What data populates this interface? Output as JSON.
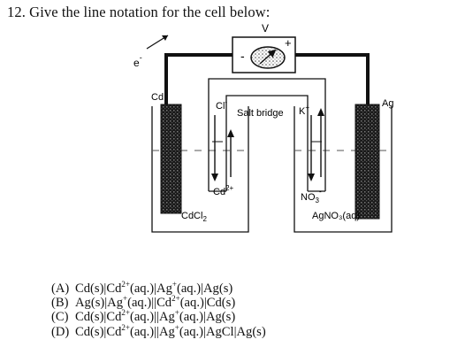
{
  "question": {
    "number": "12.",
    "text": "Give the line notation for the cell below:"
  },
  "diagram": {
    "voltmeter_label": "V",
    "minus_sign": "-",
    "plus_sign": "+",
    "electron_label": "e",
    "electron_sup": "-",
    "left_electrode": "Cd",
    "right_electrode": "Ag",
    "salt_bridge": "Salt bridge",
    "bridge_left_ion": "Cl",
    "bridge_left_ion_sup": "-",
    "bridge_right_ion": "K",
    "bridge_right_ion_sup": "+",
    "left_ion_base": "Cd",
    "left_ion_sup": "2+",
    "right_ion_base": "NO",
    "right_ion_sub": "3",
    "right_ion_sup": "-",
    "left_solution_base": "CdCl",
    "left_solution_sub": "2",
    "right_solution": "AgNO₃(aq)"
  },
  "choices": [
    {
      "label": "(A)",
      "parts": [
        "Cd(s)|Cd",
        "2+",
        "(aq.)|Ag",
        "+",
        "(aq.)|Ag(s)"
      ]
    },
    {
      "label": "(B)",
      "parts": [
        "Ag(s)|Ag",
        "+",
        "(aq.)||Cd",
        "2+",
        "(aq.)|Cd(s)"
      ]
    },
    {
      "label": "(C)",
      "parts": [
        "Cd(s)|Cd",
        "2+",
        "(aq.)||Ag",
        "+",
        "(aq.)|Ag(s)"
      ]
    },
    {
      "label": "(D)",
      "parts": [
        "Cd(s)|Cd",
        "2+",
        "(aq.)||Ag",
        "+",
        "(aq.)|AgCl|Ag(s)"
      ]
    }
  ]
}
